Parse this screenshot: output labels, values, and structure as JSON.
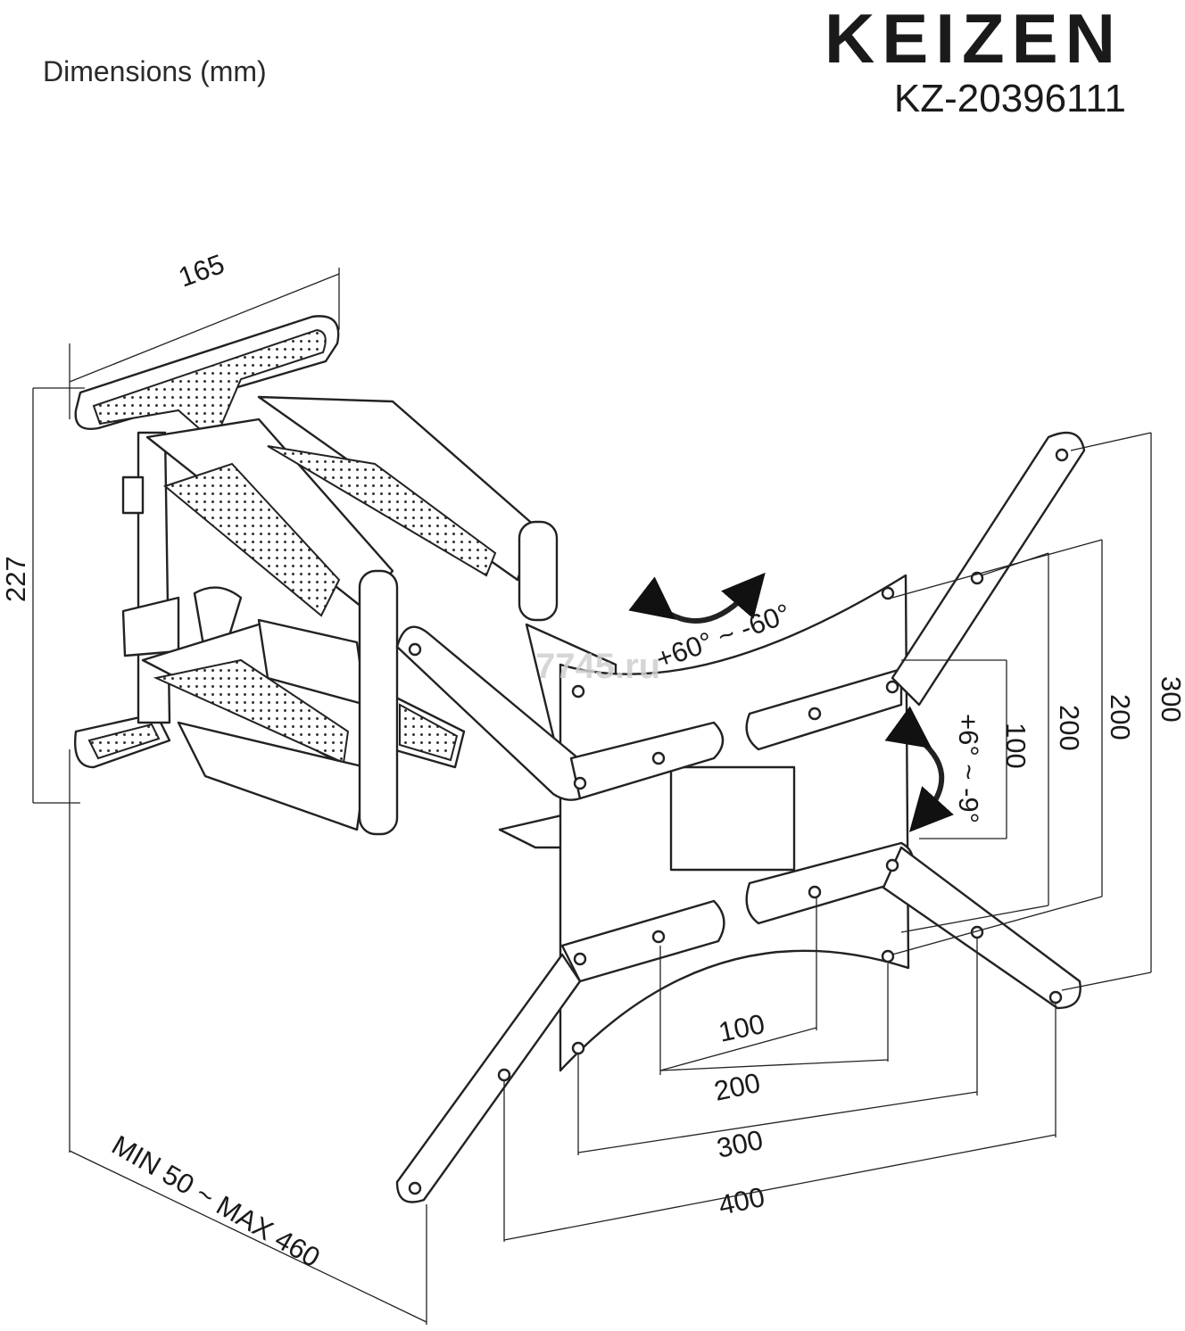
{
  "header": {
    "title": "Dimensions (mm)",
    "brand": "KEIZEN",
    "model": "KZ-20396111"
  },
  "dimensions": {
    "wall_plate_width": "165",
    "wall_plate_height": "227",
    "extension": "MIN 50 ~ MAX 460",
    "vesa_horizontal": [
      "100",
      "200",
      "300",
      "400"
    ],
    "vesa_vertical": [
      "100",
      "200",
      "200",
      "300"
    ]
  },
  "rotation": {
    "swivel": "+60° ~ -60°",
    "tilt": "+6° ~ -9°"
  },
  "watermark": "7745.ru"
}
